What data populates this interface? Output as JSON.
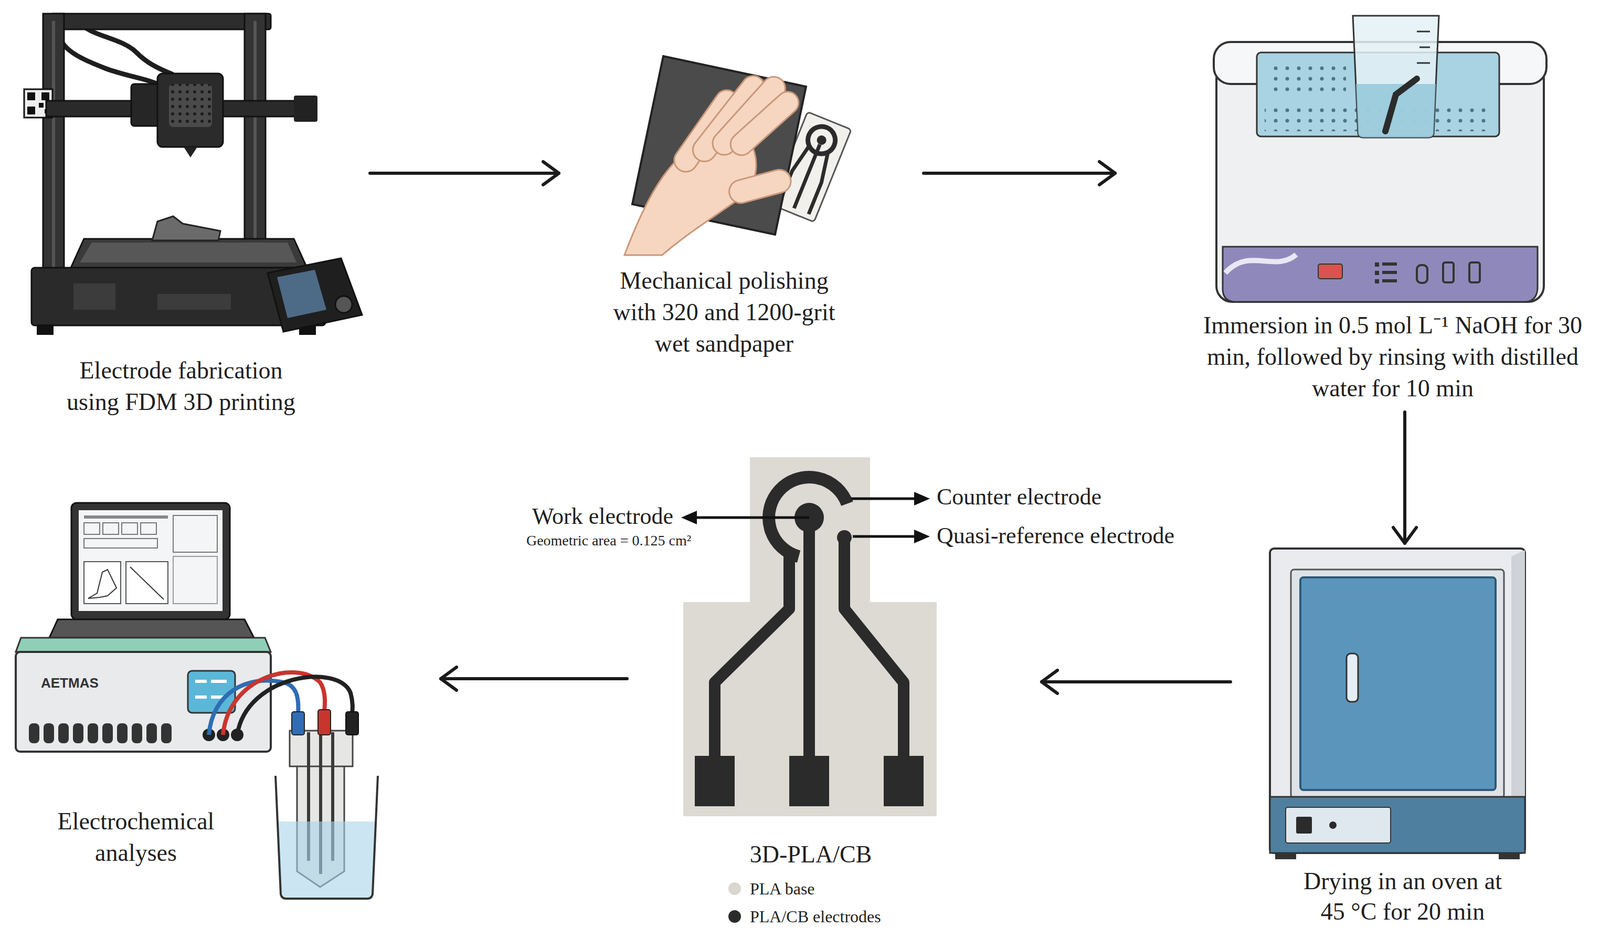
{
  "diagram": {
    "nodes": [
      {
        "text": [
          "Electrode fabrication using FDM 3D printing"
        ]
      },
      {
        "text": [
          "Mechanical polishing with 320 and 1200-grit wet sandpaper"
        ]
      },
      {
        "text": [
          "Immersion in 0.5 mol L⁻¹ NaOH for 30 min, followed by rinsing with distilled water for 10 min"
        ]
      },
      {
        "text": [
          "Drying in an oven at 45 °C for 20 min"
        ]
      },
      {
        "text": [
          "3D-PLA/CB"
        ]
      },
      {
        "text": [
          "Electrochemical analyses"
        ]
      }
    ],
    "edges": [
      {
        "from": 0,
        "to": 1,
        "arrow": "to"
      },
      {
        "from": 1,
        "to": 2,
        "arrow": "to"
      },
      {
        "from": 2,
        "to": 3,
        "arrow": "to"
      },
      {
        "from": 3,
        "to": 4,
        "arrow": "to"
      },
      {
        "from": 4,
        "to": 5,
        "arrow": "to"
      }
    ],
    "labels": [
      "Work electrode",
      "Geometric area = 0.125 cm²",
      "Counter electrode",
      "Quasi-reference electrode",
      "AETMAS"
    ],
    "legend": [
      {
        "text": "PLA base",
        "color": "#d9d7cf"
      },
      {
        "text": "PLA/CB electrodes",
        "color": "#2b2b2b"
      }
    ]
  }
}
